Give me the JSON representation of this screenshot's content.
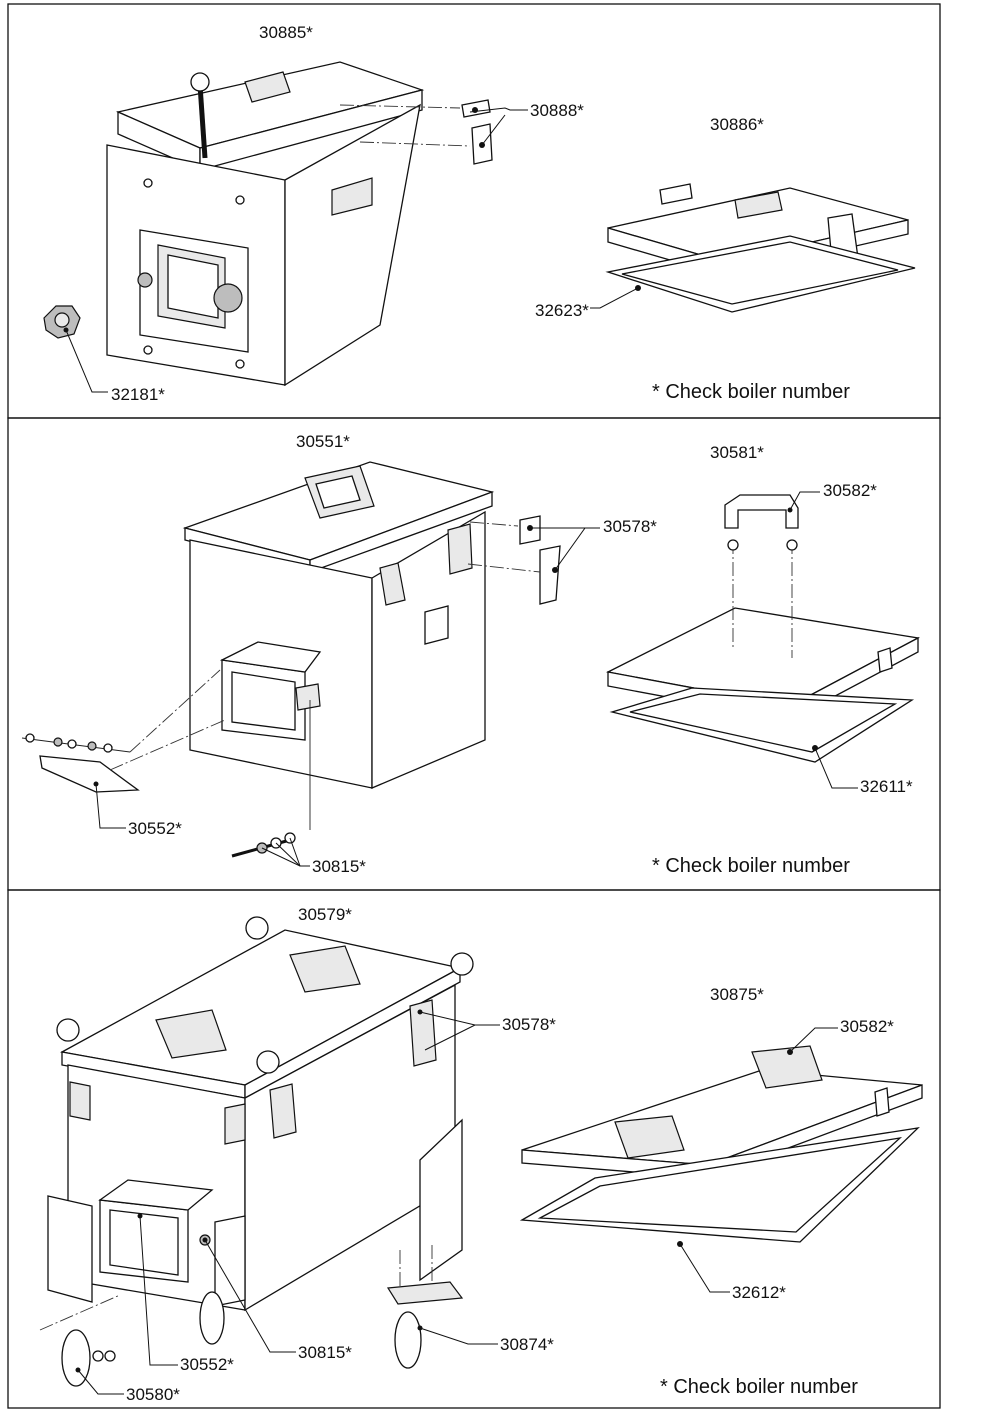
{
  "panels": [
    {
      "main_part": "30885*",
      "lid_part": "30886*",
      "parts": [
        "30888*",
        "32623*",
        "32181*"
      ],
      "note": "*  Check boiler number"
    },
    {
      "main_part": "30551*",
      "lid_part": "30581*",
      "parts": [
        "30578*",
        "30582*",
        "32611*",
        "30552*",
        "30815*"
      ],
      "note": "*  Check boiler number"
    },
    {
      "main_part": "30579*",
      "lid_part": "30875*",
      "parts": [
        "30578*",
        "30582*",
        "32612*",
        "30815*",
        "30874*",
        "30552*",
        "30580*"
      ],
      "note": "*  Check boiler number"
    }
  ]
}
